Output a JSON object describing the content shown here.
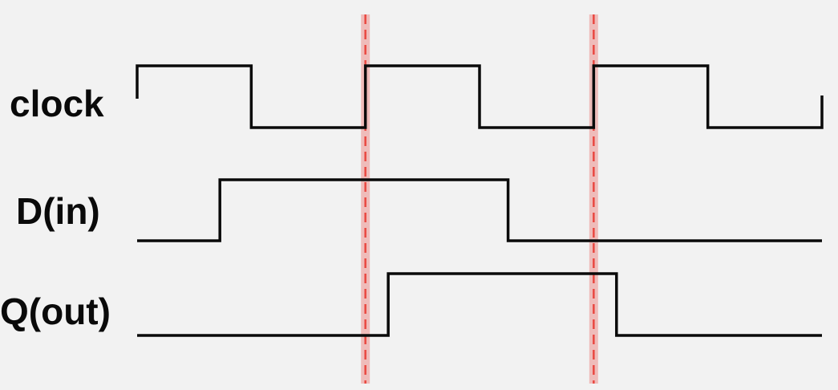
{
  "signals": [
    {
      "id": "clock",
      "label": "clock",
      "initial": 1,
      "transitions": [
        2.0,
        4.0,
        6.0,
        8.0,
        10.0,
        12.0
      ],
      "end_time": 12.0
    },
    {
      "id": "d",
      "label": "D(in)",
      "initial": 0,
      "transitions": [
        1.45,
        6.5
      ],
      "end_time": 12.0
    },
    {
      "id": "q",
      "label": "Q(out)",
      "initial": 0,
      "transitions": [
        4.4,
        8.4
      ],
      "end_time": 12.0
    }
  ],
  "markers": [
    {
      "name": "clock-edge-marker-1",
      "time": 4.0,
      "color": "#e8342c"
    },
    {
      "name": "clock-edge-marker-2",
      "time": 8.0,
      "color": "#e8342c"
    }
  ],
  "colors": {
    "background": "#f2f2f2",
    "trace": "#0a0a0a",
    "marker": "#e8342c"
  }
}
